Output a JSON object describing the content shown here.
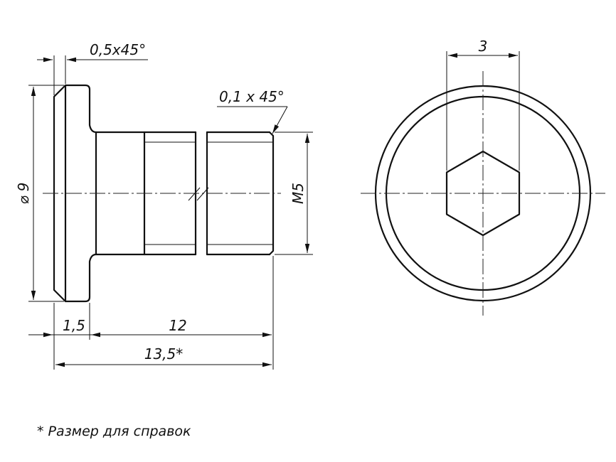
{
  "dimensions": {
    "chamfer_head": "0,5x45°",
    "chamfer_thread": "0,1 x 45°",
    "diameter_head": "9",
    "thread": "M5",
    "head_length": "1,5",
    "shank_length": "12",
    "total_length": "13,5*",
    "hex_size": "3"
  },
  "diameter_symbol": "⌀",
  "note": "* Размер для справок"
}
